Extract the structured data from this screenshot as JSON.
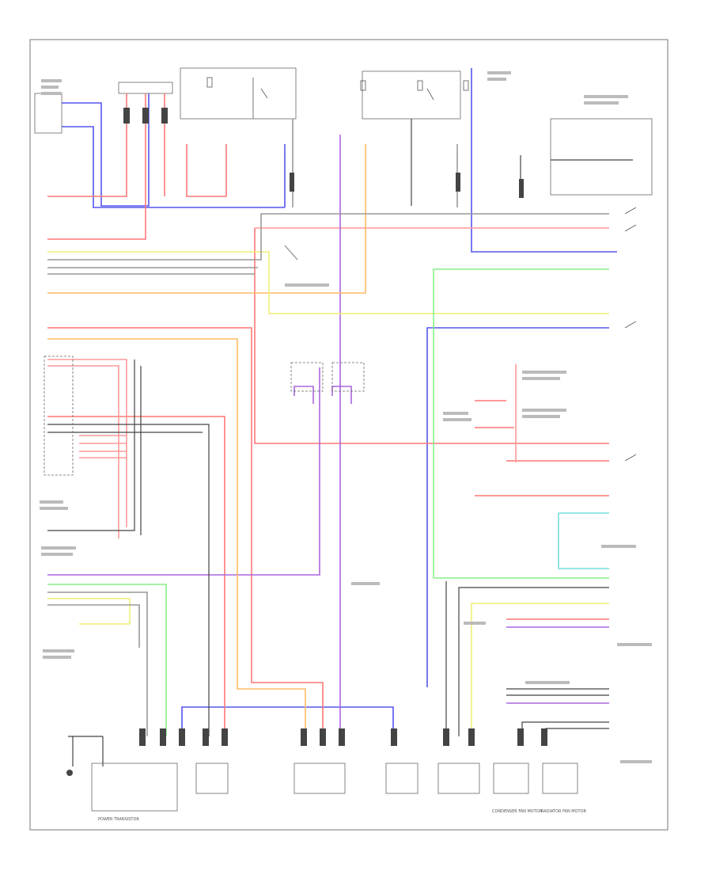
{
  "diagram": {
    "footer_code": "",
    "components": {
      "power_transistor": "POWER TRANSISTOR",
      "mode_motor": "",
      "blower_motor": "",
      "condenser_fan": "CONDENSER FAN MOTOR",
      "radiator_fan": "RADIATOR FAN MOTOR",
      "ac_compressor": "",
      "fuse_box": "",
      "ecm": "",
      "temp_sensor": ""
    }
  },
  "colors": {
    "red": "#ff7777",
    "pink": "#ff9999",
    "blue": "#5555ee",
    "purple": "#aa66dd",
    "orange": "#ffbb66",
    "yellow": "#eeee77",
    "green": "#88ee88",
    "cyan": "#77dddd",
    "gray": "#999999",
    "black": "#444444"
  }
}
